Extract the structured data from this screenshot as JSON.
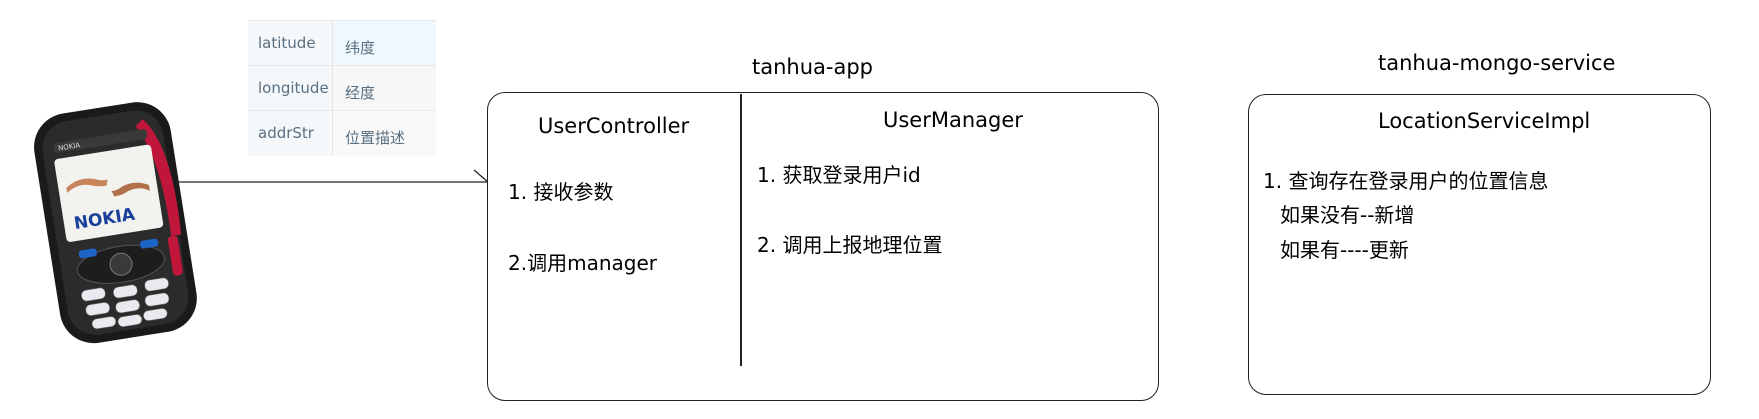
{
  "param_table": {
    "rows": [
      {
        "key": "latitude",
        "value": "纬度"
      },
      {
        "key": "longitude",
        "value": "经度"
      },
      {
        "key": "addrStr",
        "value": "位置描述"
      }
    ]
  },
  "phone": {
    "brand": "NOKIA"
  },
  "app": {
    "title": "tanhua-app",
    "controller": {
      "title": "UserController",
      "steps": [
        "1. 接收参数",
        "2.调用manager"
      ]
    },
    "manager": {
      "title": "UserManager",
      "steps": [
        "1. 获取登录用户id",
        "2. 调用上报地理位置"
      ]
    }
  },
  "mongo": {
    "title": "tanhua-mongo-service",
    "impl": {
      "title": "LocationServiceImpl",
      "lines": [
        "1. 查询存在登录用户的位置信息",
        "如果没有--新增",
        "如果有----更新"
      ]
    }
  }
}
